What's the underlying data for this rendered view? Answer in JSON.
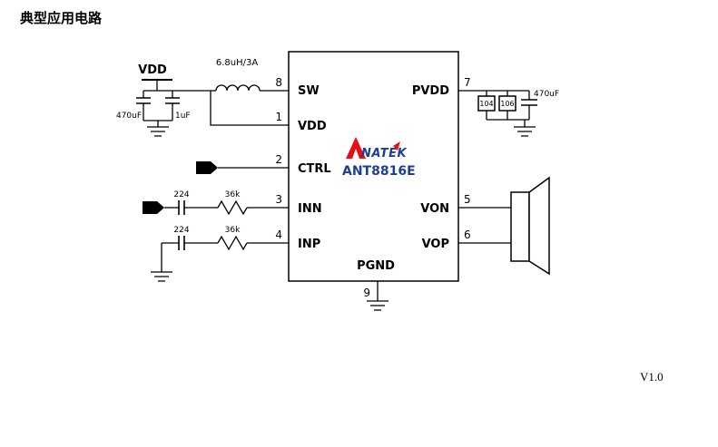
{
  "page": {
    "title": "典型应用电路",
    "version": "V1.0"
  },
  "ic": {
    "part_number": "ANT8816E",
    "logo": {
      "brand": "NATEK"
    },
    "pins": {
      "sw": {
        "label": "SW",
        "number": "8"
      },
      "vdd": {
        "label": "VDD",
        "number": "1"
      },
      "ctrl": {
        "label": "CTRL",
        "number": "2"
      },
      "inn": {
        "label": "INN",
        "number": "3"
      },
      "inp": {
        "label": "INP",
        "number": "4"
      },
      "pvdd": {
        "label": "PVDD",
        "number": "7"
      },
      "von": {
        "label": "VON",
        "number": "5"
      },
      "vop": {
        "label": "VOP",
        "number": "6"
      },
      "pgnd": {
        "label": "PGND",
        "number": "9"
      }
    }
  },
  "components": {
    "supply_label": "VDD",
    "bulk_cap_in": "470uF",
    "bypass_cap_in": "1uF",
    "boost_inductor": "6.8uH/3A",
    "inn_cap": "224",
    "inn_res": "36k",
    "inp_cap": "224",
    "inp_res": "36k",
    "pvdd_cap1": "104",
    "pvdd_cap2": "106",
    "pvdd_bulk_cap": "470uF"
  },
  "colors": {
    "wire": "#000000",
    "brand_blue": "#1d3e94",
    "brand_red": "#e60f17"
  }
}
